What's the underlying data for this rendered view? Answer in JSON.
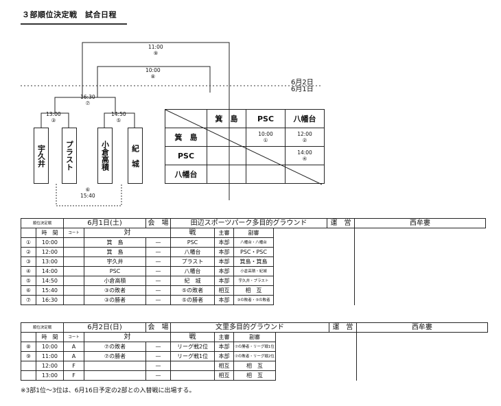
{
  "title": "３部順位決定戦　試合日程",
  "bracket": {
    "final_top": {
      "time": "11:00",
      "no": "⑨"
    },
    "final_second": {
      "time": "10:00",
      "no": "⑧"
    },
    "semi": {
      "time": "16:30",
      "no": "⑦"
    },
    "left_pair": {
      "time": "13:00",
      "no": "③"
    },
    "right_pair": {
      "time": "14:50",
      "no": "⑤"
    },
    "losers": {
      "no": "⑥",
      "time": "15:40"
    },
    "teams": [
      "宇久井",
      "プラスト",
      "小倉高積",
      "紀　城"
    ],
    "date_upper": "6月2日",
    "date_lower": "6月1日"
  },
  "round_robin": {
    "headers": [
      "箕　島",
      "PSC",
      "八幡台"
    ],
    "rows": [
      "箕　島",
      "PSC",
      "八幡台"
    ],
    "cells": {
      "r0c1": {
        "time": "10:00",
        "no": "①"
      },
      "r0c2": {
        "time": "12:00",
        "no": "②"
      },
      "r1c2": {
        "time": "14:00",
        "no": "④"
      }
    }
  },
  "schedule_day1": {
    "label": "順位決定戦",
    "date": "6月1日(土)",
    "venue_label": "会　場",
    "venue": "田辺スポーツパーク多目的グラウンド",
    "operator_label": "運　営",
    "operator": "西牟婁",
    "col_headers": {
      "time": "時　間",
      "court": "コート",
      "match_left": "対",
      "match_right": "戦",
      "host": "主審",
      "sub": "副審"
    },
    "rows": [
      {
        "no": "①",
        "time": "10:00",
        "court": "",
        "a": "箕　島",
        "vs": "—",
        "b": "PSC",
        "host": "本部",
        "sub": "八幡台・八幡台",
        "sub_small": true
      },
      {
        "no": "②",
        "time": "12:00",
        "court": "",
        "a": "箕　島",
        "vs": "—",
        "b": "八幡台",
        "host": "本部",
        "sub": "PSC・PSC",
        "sub_small": false
      },
      {
        "no": "③",
        "time": "13:00",
        "court": "",
        "a": "宇久井",
        "vs": "—",
        "b": "プラスト",
        "host": "本部",
        "sub": "箕島・箕島",
        "sub_small": false
      },
      {
        "no": "④",
        "time": "14:00",
        "court": "",
        "a": "PSC",
        "vs": "—",
        "b": "八幡台",
        "host": "本部",
        "sub": "小倉高積・紀城",
        "sub_small": true
      },
      {
        "no": "⑤",
        "time": "14:50",
        "court": "",
        "a": "小倉高積",
        "vs": "—",
        "b": "紀　城",
        "host": "本部",
        "sub": "宇久井・プラスト",
        "sub_small": true
      },
      {
        "no": "⑥",
        "time": "15:40",
        "court": "",
        "a": "③の敗者",
        "vs": "—",
        "b": "⑤の敗者",
        "host": "相互",
        "sub": "相　互",
        "sub_small": false
      },
      {
        "no": "⑦",
        "time": "16:30",
        "court": "",
        "a": "③の勝者",
        "vs": "—",
        "b": "⑤の勝者",
        "host": "本部",
        "sub": "③の敗者・⑤の敗者",
        "sub_small": true
      }
    ]
  },
  "schedule_day2": {
    "label": "順位決定戦",
    "date": "6月2日(日)",
    "venue_label": "会　場",
    "venue": "文里多目的グラウンド",
    "operator_label": "運　営",
    "operator": "西牟婁",
    "col_headers": {
      "time": "時　間",
      "court": "コート",
      "match_left": "対",
      "match_right": "戦",
      "host": "主審",
      "sub": "副審"
    },
    "rows": [
      {
        "no": "⑧",
        "time": "10:00",
        "court": "A",
        "a": "⑦の敗者",
        "vs": "—",
        "b": "リーグ戦2位",
        "host": "本部",
        "sub": "⑦の勝者・リーグ戦1位",
        "sub_small": true
      },
      {
        "no": "⑨",
        "time": "11:00",
        "court": "A",
        "a": "⑦の勝者",
        "vs": "—",
        "b": "リーグ戦1位",
        "host": "本部",
        "sub": "⑦の敗者・リーグ戦2位",
        "sub_small": true
      },
      {
        "no": "",
        "time": "12:00",
        "court": "F",
        "a": "",
        "vs": "—",
        "b": "",
        "host": "相互",
        "sub": "相　互",
        "sub_small": false
      },
      {
        "no": "",
        "time": "13:00",
        "court": "F",
        "a": "",
        "vs": "—",
        "b": "",
        "host": "相互",
        "sub": "相　互",
        "sub_small": false
      }
    ]
  },
  "footnote": "※3部1位〜3位は、6月16日予定の2部との入替戦に出場する。"
}
